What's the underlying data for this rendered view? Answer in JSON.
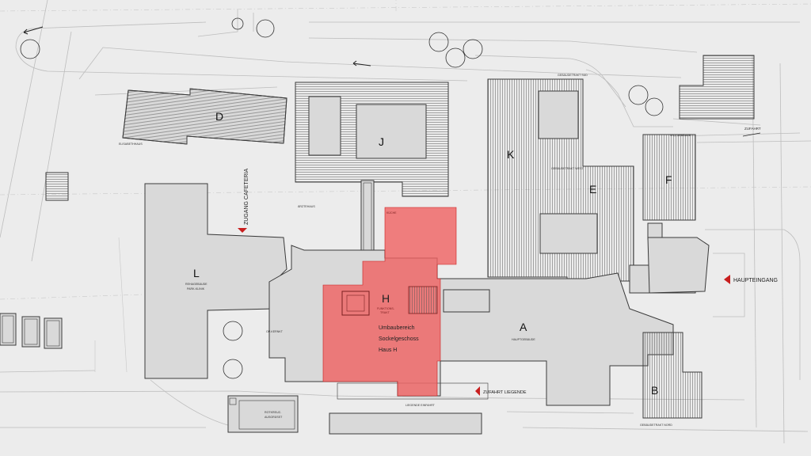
{
  "buildings": {
    "A": "A",
    "B": "B",
    "D": "D",
    "E": "E",
    "F": "F",
    "H": "H",
    "J": "J",
    "K": "K",
    "L": "L"
  },
  "labels": {
    "haupteingang": "HAUPTEINGANG",
    "zugang_cafeteria": "ZUGANG CAFETERIA",
    "zufahrt_liegende": "ZUFAHRT LIEGENDE",
    "zufahrt": "ZUFAHRT",
    "umbau_line1": "Umbaubereich",
    "umbau_line2": "Sockelgeschoss",
    "umbau_line3": "Haus H",
    "gebaeudetrakt_sued": "GEBÄUDETRAKT SÜD",
    "gebaeudetrakt_west": "GEBÄUDETRAKT WEST",
    "gebaeudetrakt_nord": "GEBÄUDETRAKT NORD",
    "hauptgebaeude": "HAUPTGEBÄUDE",
    "reha_line1": "REHAGEBÄUDE",
    "reha_line2": "PARK-KLINIK",
    "aerztehaus": "ÄRZTEHAUS",
    "kueche": "KÜCHE",
    "funktionstrakt_line1": "FUNKTIONS-",
    "funktionstrakt_line2": "TRAKT",
    "liegende_einfahrt": "LIEGENDE EINFAHRT",
    "opiernkt": "OP-KERNKT",
    "elisabethhaus": "ELISABETHHAUS",
    "mvz_gebaeude": "MVZ GEBÄUDE",
    "rotkreuz_line1": "ROTKREUZ-",
    "rotkreuz_line2": "AUSGRÜSST"
  },
  "colors": {
    "highlight": "#ef6464",
    "arrow": "#c81e1e",
    "background": "#ececec"
  }
}
